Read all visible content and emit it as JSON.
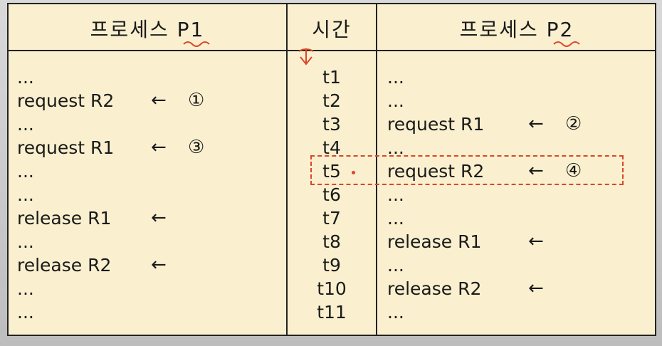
{
  "headers": {
    "p1_prefix": "프로세스 ",
    "p1_name": "P1",
    "time": "시간",
    "p2_prefix": "프로세스 ",
    "p2_name": "P2"
  },
  "p1_rows": [
    "...",
    "request R2",
    "...",
    "request R1",
    "...",
    "...",
    "release R1",
    "...",
    "release R2",
    "...",
    "..."
  ],
  "p1_marks": {
    "row1_arrow": "←",
    "row1_num": "①",
    "row3_arrow": "←",
    "row3_num": "③",
    "row6_arrow": "←",
    "row8_arrow": "←"
  },
  "times": [
    "t1",
    "t2",
    "t3",
    "t4",
    "t5",
    "t6",
    "t7",
    "t8",
    "t9",
    "t10",
    "t11"
  ],
  "p2_rows": [
    "...",
    "...",
    "request R1",
    "...",
    "request R2",
    "...",
    "...",
    "release R1",
    "...",
    "release R2",
    "..."
  ],
  "p2_marks": {
    "row2_arrow": "←",
    "row2_num": "②",
    "row4_arrow": "←",
    "row4_num": "④",
    "row7_arrow": "←",
    "row9_arrow": "←"
  },
  "colors": {
    "background": "#faf0cf",
    "border": "#222222",
    "annotation": "#d9472b"
  }
}
